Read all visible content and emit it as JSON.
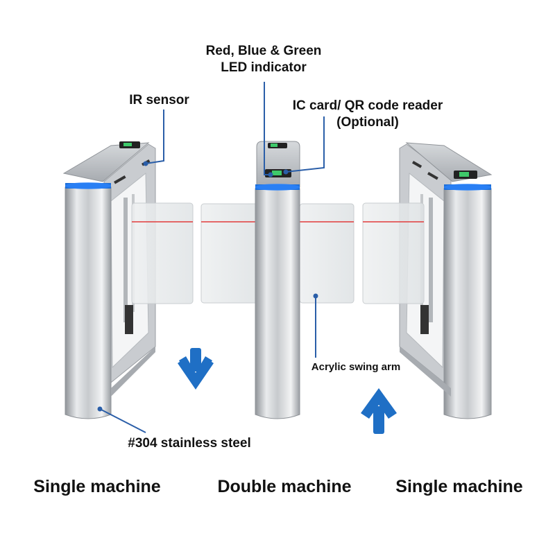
{
  "callouts": {
    "led_line1": "Red, Blue & Green",
    "led_line2": "LED indicator",
    "ir_sensor": "IR sensor",
    "reader_line1": "IC card/ QR code reader",
    "reader_line2": "(Optional)",
    "swing_arm": "Acrylic swing arm",
    "steel": "#304 stainless steel"
  },
  "captions": {
    "left": "Single machine",
    "middle": "Double machine",
    "right": "Single machine"
  },
  "colors": {
    "led_blue": "#1e6fd9",
    "ir_beam": "#e23a3a",
    "callout_line": "#2a5ea8",
    "arrow_blue": "#1f6fc5",
    "steel_light": "#e6e8ea",
    "steel_dark": "#8d9196"
  },
  "icons": {
    "down_arrow": "arrow-down-icon",
    "up_arrow": "arrow-up-icon"
  }
}
